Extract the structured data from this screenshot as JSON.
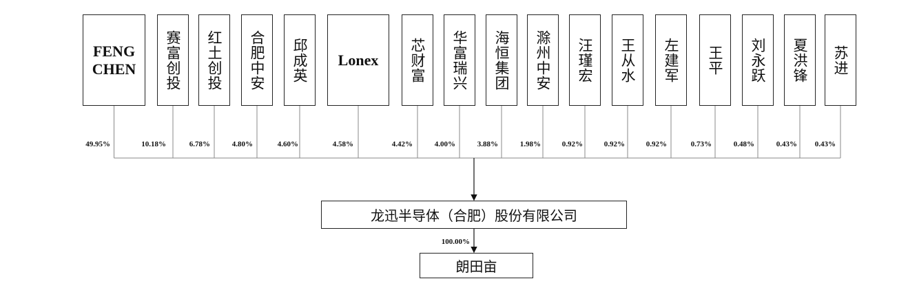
{
  "shareholders": [
    {
      "name": "FENG\nCHEN",
      "pct": "49.95%",
      "kind": "latin"
    },
    {
      "name": "赛富创投",
      "pct": "10.18%",
      "kind": "cjk"
    },
    {
      "name": "红土创投",
      "pct": "6.78%",
      "kind": "cjk"
    },
    {
      "name": "合肥中安",
      "pct": "4.80%",
      "kind": "cjk"
    },
    {
      "name": "邱成英",
      "pct": "4.60%",
      "kind": "cjk"
    },
    {
      "name": "Lonex",
      "pct": "4.58%",
      "kind": "latin"
    },
    {
      "name": "芯财富",
      "pct": "4.42%",
      "kind": "cjk"
    },
    {
      "name": "华富瑞兴",
      "pct": "4.00%",
      "kind": "cjk"
    },
    {
      "name": "海恒集团",
      "pct": "3.88%",
      "kind": "cjk"
    },
    {
      "name": "滁州中安",
      "pct": "1.98%",
      "kind": "cjk"
    },
    {
      "name": "汪瑾宏",
      "pct": "0.92%",
      "kind": "cjk"
    },
    {
      "name": "王从水",
      "pct": "0.92%",
      "kind": "cjk"
    },
    {
      "name": "左建军",
      "pct": "0.92%",
      "kind": "cjk"
    },
    {
      "name": "王平",
      "pct": "0.73%",
      "kind": "cjk"
    },
    {
      "name": "刘永跃",
      "pct": "0.48%",
      "kind": "cjk"
    },
    {
      "name": "夏洪锋",
      "pct": "0.43%",
      "kind": "cjk"
    },
    {
      "name": "苏进",
      "pct": "0.43%",
      "kind": "cjk"
    }
  ],
  "company": {
    "name": "龙迅半导体（合肥）股份有限公司"
  },
  "subsidiary": {
    "name": "朗田亩",
    "pct": "100.00%"
  }
}
